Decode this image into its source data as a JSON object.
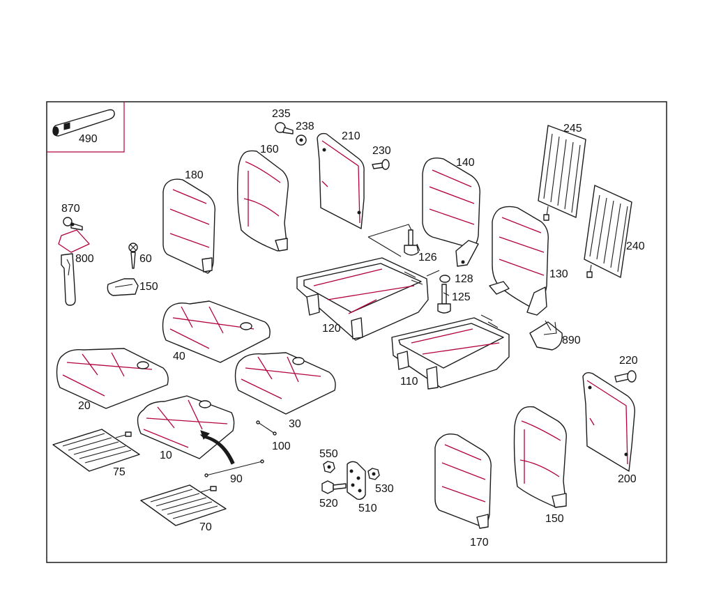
{
  "colors": {
    "line": "#1a1a1a",
    "accent": "#b3003b",
    "background": "#ffffff"
  },
  "callouts": {
    "p490": "490",
    "p235": "235",
    "p238": "238",
    "p210": "210",
    "p230": "230",
    "p160": "160",
    "p180": "180",
    "p140": "140",
    "p245": "245",
    "p240": "240",
    "p870": "870",
    "p800": "800",
    "p60": "60",
    "p150a": "150",
    "p126": "126",
    "p128": "128",
    "p125": "125",
    "p130": "130",
    "p120": "120",
    "p890": "890",
    "p40": "40",
    "p20": "20",
    "p30": "30",
    "p110": "110",
    "p220": "220",
    "p10": "10",
    "p100": "100",
    "p75": "75",
    "p90": "90",
    "p550": "550",
    "p530": "530",
    "p520": "520",
    "p510": "510",
    "p200": "200",
    "p150b": "150",
    "p170": "170",
    "p70": "70"
  }
}
